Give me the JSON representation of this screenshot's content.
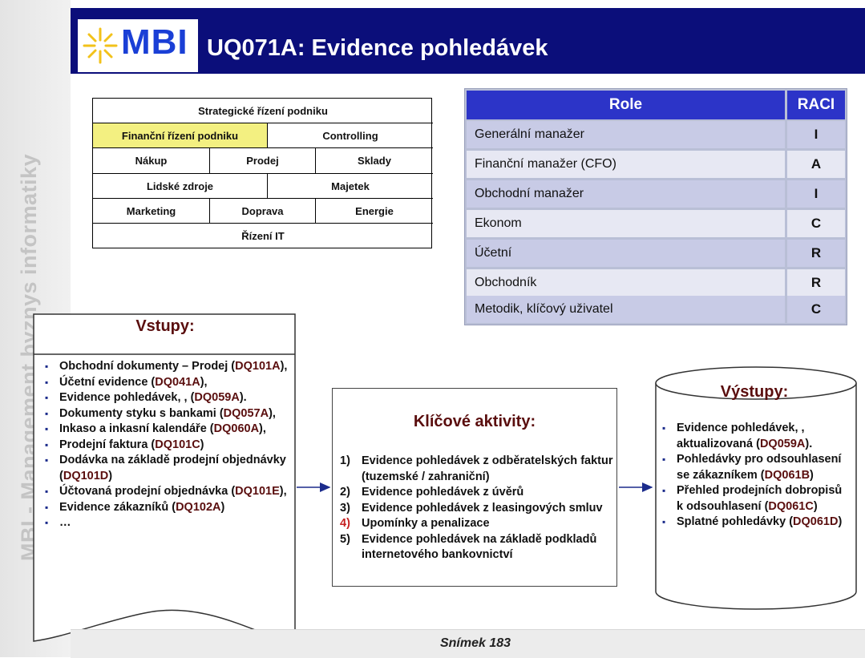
{
  "brand": {
    "logo_text": "MBI",
    "side_text": "MBI - Management byznys informatiky"
  },
  "header": {
    "title": "UQ071A: Evidence pohledávek"
  },
  "org_chart": {
    "cells": [
      {
        "label": "Strategické řízení podniku",
        "highlight": false
      },
      {
        "label": "Finanční řízení podniku",
        "highlight": true
      },
      {
        "label": "Controlling",
        "highlight": false
      },
      {
        "label": "Nákup",
        "highlight": false
      },
      {
        "label": "Prodej",
        "highlight": false
      },
      {
        "label": "Sklady",
        "highlight": false
      },
      {
        "label": "Lidské zdroje",
        "highlight": false
      },
      {
        "label": "Majetek",
        "highlight": false
      },
      {
        "label": "Marketing",
        "highlight": false
      },
      {
        "label": "Doprava",
        "highlight": false
      },
      {
        "label": "Energie",
        "highlight": false
      },
      {
        "label": "Řízení IT",
        "highlight": false
      }
    ]
  },
  "raci": {
    "headers": {
      "role": "Role",
      "raci": "RACI"
    },
    "rows": [
      {
        "role": "Generální manažer",
        "value": "I"
      },
      {
        "role": "Finanční manažer (CFO)",
        "value": "A"
      },
      {
        "role": "Obchodní manažer",
        "value": "I"
      },
      {
        "role": "Ekonom",
        "value": "C"
      },
      {
        "role": "Účetní",
        "value": "R"
      },
      {
        "role": "Obchodník",
        "value": "R"
      },
      {
        "role": "Metodik, klíčový uživatel",
        "value": "C"
      }
    ]
  },
  "inputs": {
    "title": "Vstupy:",
    "items": [
      {
        "text": "Obchodní dokumenty – Prodej (",
        "code": "DQ101A",
        "after": "),"
      },
      {
        "text": "Účetní evidence (",
        "code": "DQ041A",
        "after": "),"
      },
      {
        "text": "Evidence pohledávek, , (",
        "code": "DQ059A",
        "after": ")."
      },
      {
        "text": "Dokumenty styku s bankami (",
        "code": "DQ057A",
        "after": "),"
      },
      {
        "text": "Inkaso a inkasní kalendáře (",
        "code": "DQ060A",
        "after": "),"
      },
      {
        "text": "Prodejní faktura (",
        "code": "DQ101C",
        "after": ")"
      },
      {
        "text": "Dodávka na základě prodejní objednávky (",
        "code": "DQ101D",
        "after": ")"
      },
      {
        "text": "Účtovaná prodejní objednávka (",
        "code": "DQ101E",
        "after": "),"
      },
      {
        "text": "Evidence zákazníků (",
        "code": "DQ102A",
        "after": ")"
      },
      {
        "text": "…",
        "code": "",
        "after": ""
      }
    ]
  },
  "activities": {
    "title": "Klíčové aktivity:",
    "items": [
      {
        "num": "1)",
        "text": "Evidence pohledávek z odběratelských faktur (tuzemské / zahraniční)",
        "red_num": false
      },
      {
        "num": "2)",
        "text": "Evidence pohledávek z úvěrů",
        "red_num": false
      },
      {
        "num": "3)",
        "text": "Evidence pohledávek z leasingových smluv",
        "red_num": false
      },
      {
        "num": "4)",
        "text": "Upomínky a penalizace",
        "red_num": true
      },
      {
        "num": "5)",
        "text": "Evidence pohledávek na základě podkladů internetového bankovnictví",
        "red_num": false
      }
    ]
  },
  "outputs": {
    "title": "Výstupy:",
    "items": [
      {
        "text": "Evidence pohledávek, , aktualizovaná (",
        "code": "DQ059A",
        "after": ")."
      },
      {
        "text": "Pohledávky pro odsouhlasení se zákazníkem (",
        "code": "DQ061B",
        "after": ")"
      },
      {
        "text": "Přehled prodejních dobropisů k odsouhlasení (",
        "code": "DQ061C",
        "after": ")"
      },
      {
        "text": "Splatné pohledávky (",
        "code": "DQ061D",
        "after": ")"
      }
    ]
  },
  "footer": {
    "slide_label": "Snímek 183"
  }
}
